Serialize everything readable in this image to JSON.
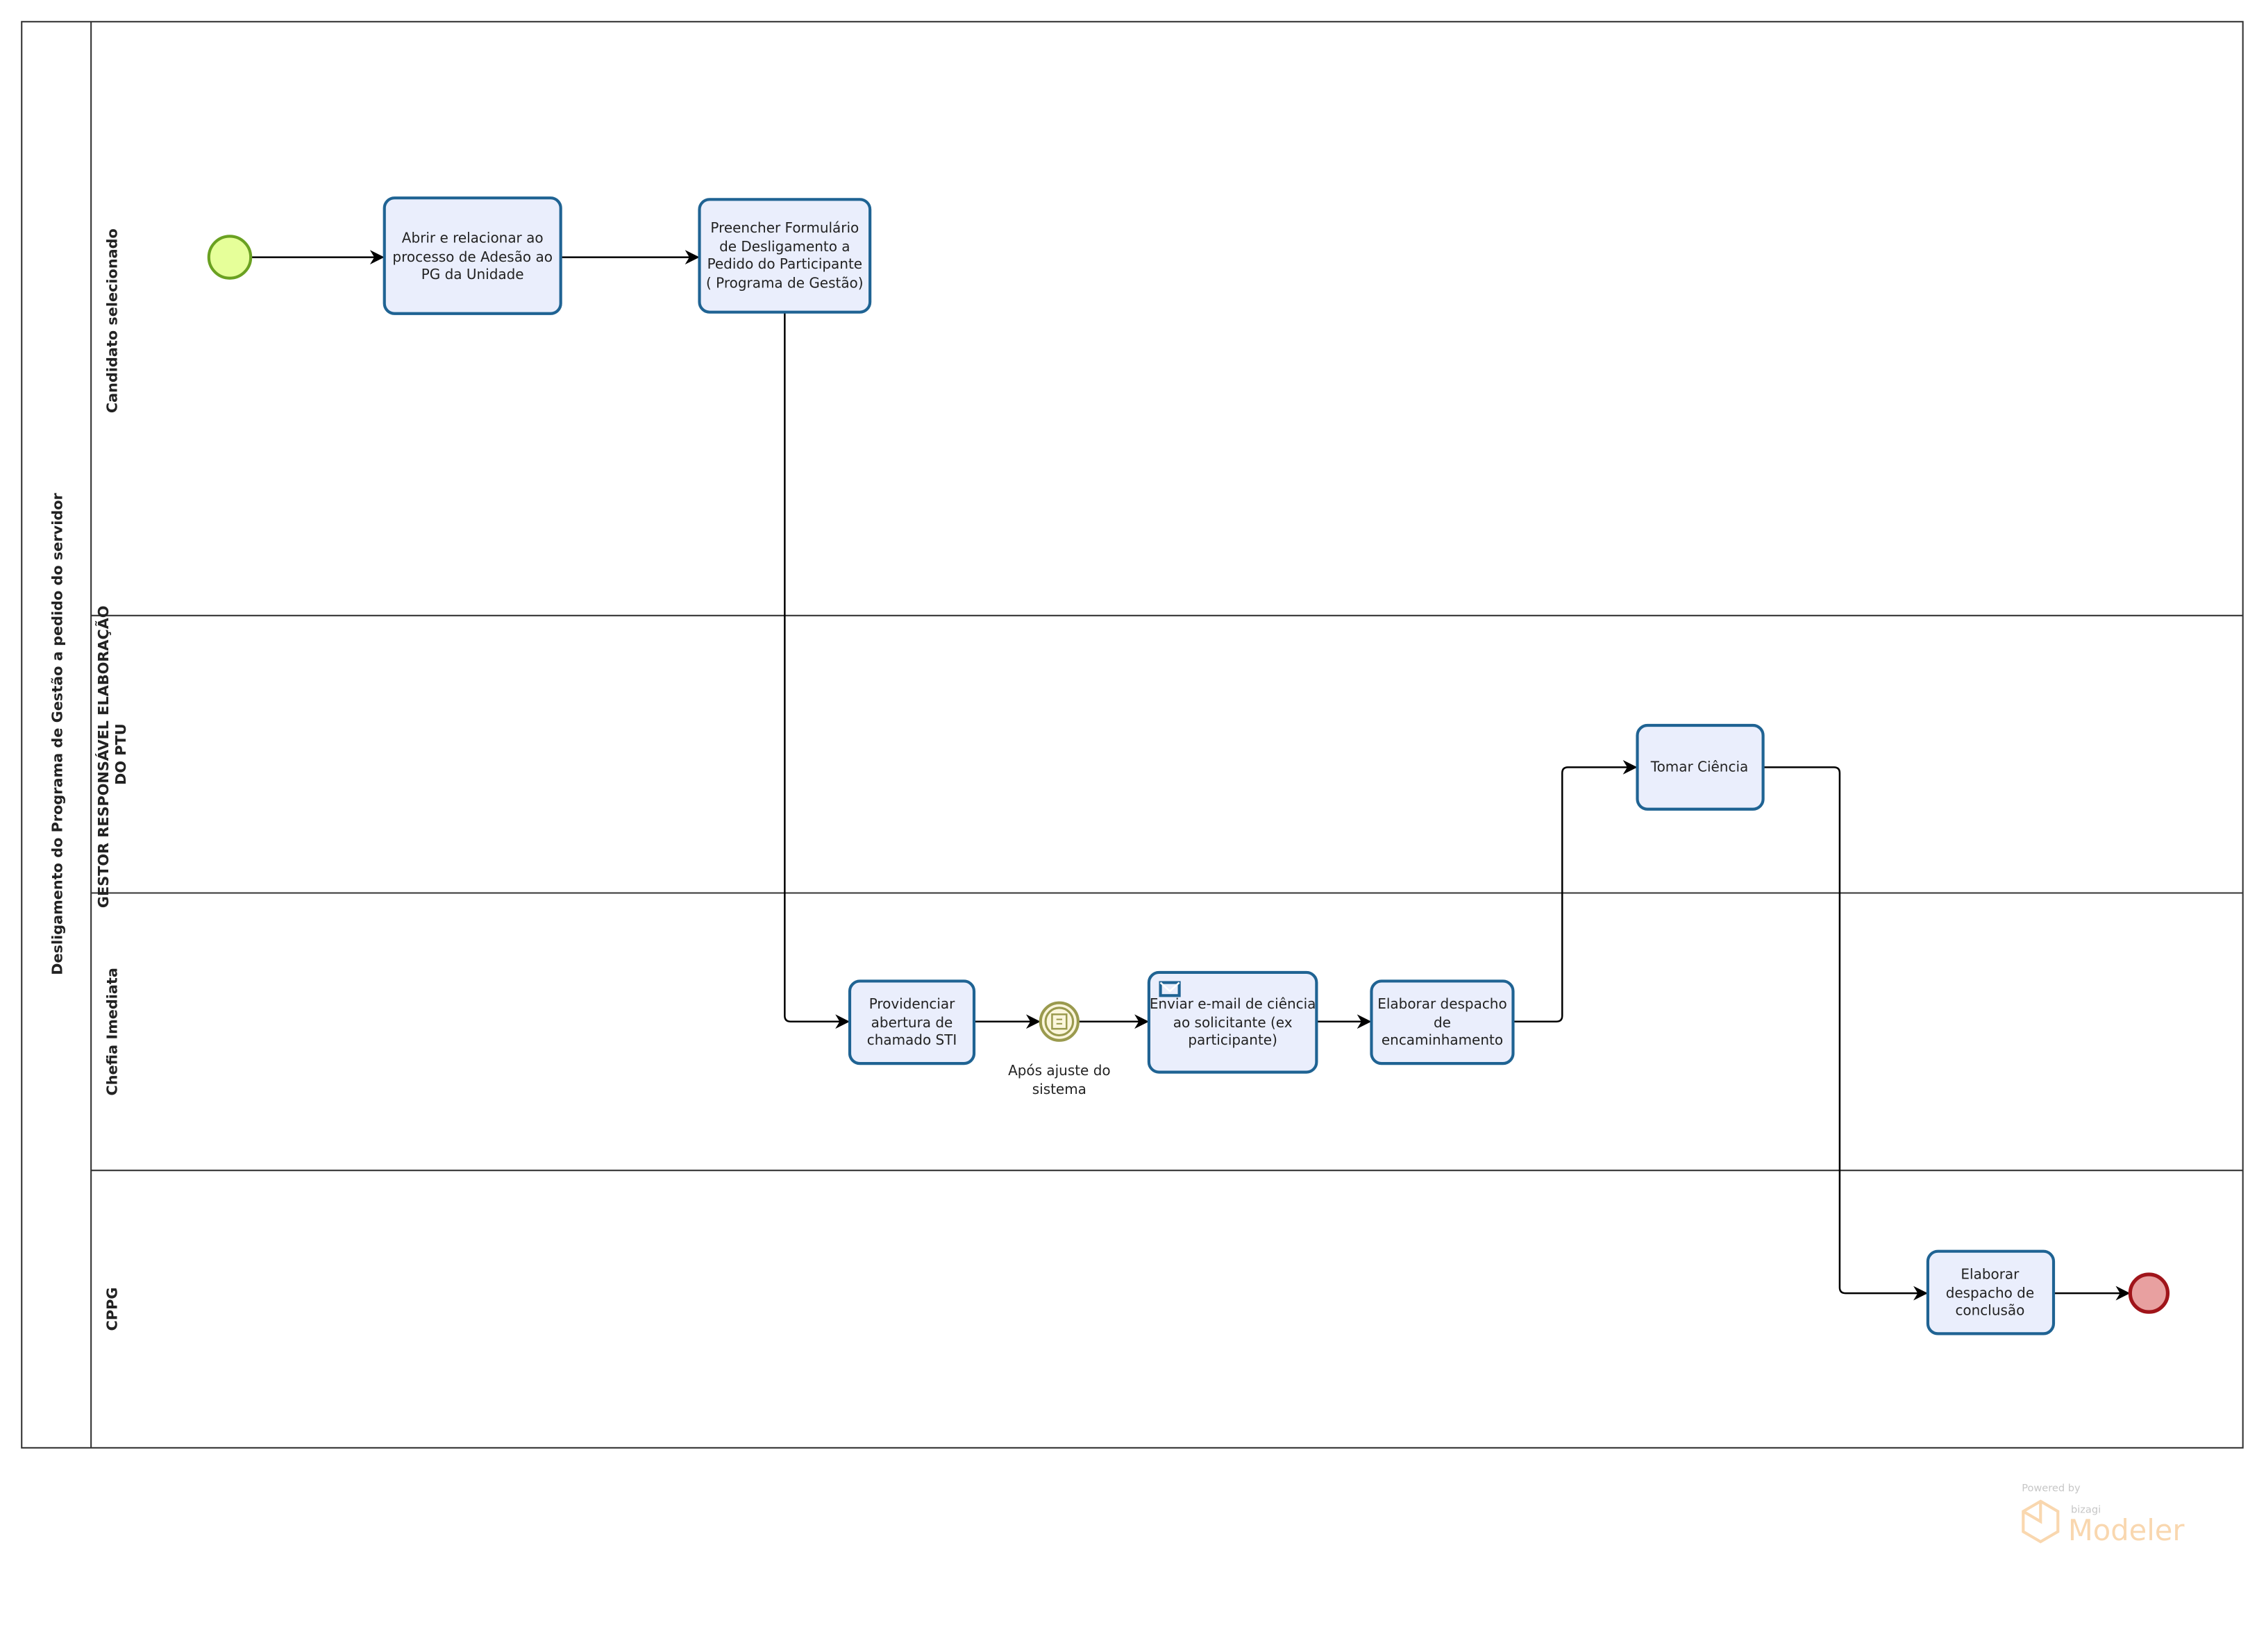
{
  "pool": {
    "title": "Desligamento do Programa de Gestão a pedido do servidor"
  },
  "lanes": [
    {
      "label": "Candidato selecionado"
    },
    {
      "label_lines": [
        "GESTOR RESPONSÁVEL ELABORAÇÃO",
        "DO PTU"
      ]
    },
    {
      "label": "Chefia Imediata"
    },
    {
      "label": "CPPG"
    }
  ],
  "tasks": [
    {
      "lines": [
        "Abrir e relacionar ao",
        "processo de Adesão ao",
        "PG da Unidade"
      ]
    },
    {
      "lines": [
        "Preencher Formulário",
        "de Desligamento a",
        "Pedido do Participante",
        "( Programa de Gestão)"
      ]
    },
    {
      "lines": [
        "Providenciar",
        "abertura de",
        "chamado STI"
      ]
    },
    {
      "lines": [
        "Enviar e-mail de ciência",
        "ao solicitante (ex",
        "participante)"
      ]
    },
    {
      "lines": [
        "Elaborar despacho",
        "de",
        "encaminhamento"
      ]
    },
    {
      "lines": [
        "Tomar Ciência"
      ]
    },
    {
      "lines": [
        "Elaborar",
        "despacho de",
        "conclusão"
      ]
    }
  ],
  "events": {
    "intermediate_label": [
      "Após ajuste do",
      "sistema"
    ]
  },
  "watermark": {
    "powered_by": "Powered by",
    "brand": "bizagi",
    "product": "Modeler"
  },
  "colors": {
    "task_fill": "#eaeefc",
    "task_stroke": "#1f6393",
    "start": "#e6ff99",
    "end": "#e8a0a0"
  }
}
